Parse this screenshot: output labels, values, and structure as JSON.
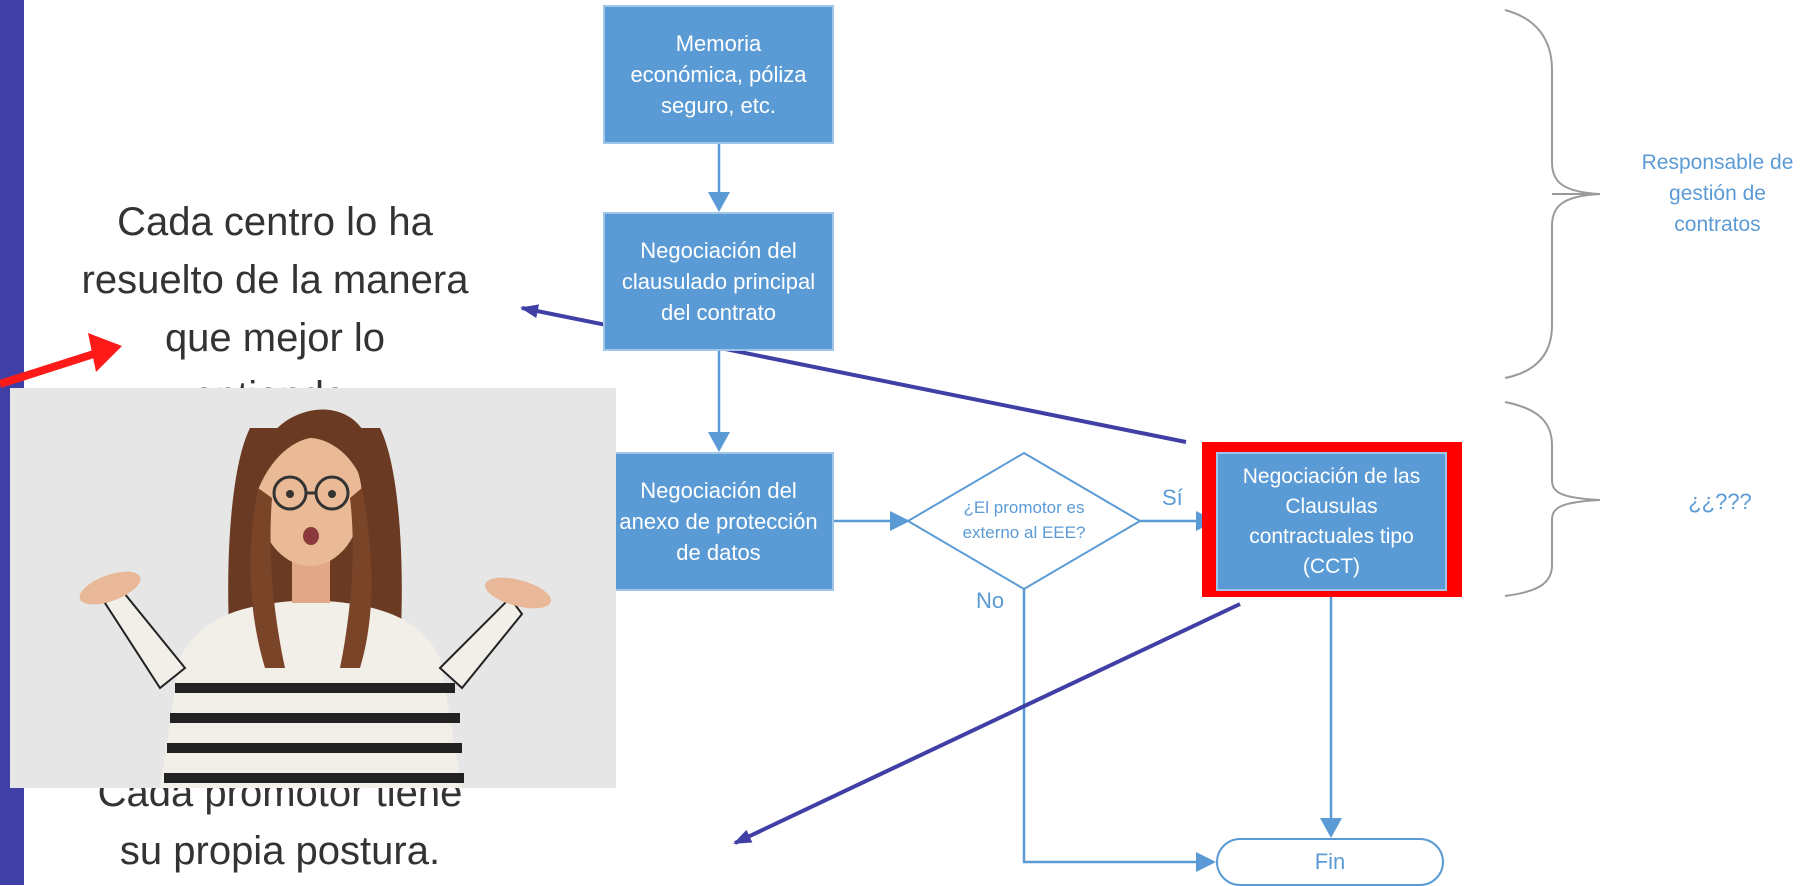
{
  "nodes": {
    "memoria": "Memoria\neconómica, póliza\nseguro, etc.",
    "clausulado": "Negociación del\nclausulado principal\ndel contrato",
    "anexo": "Negociación del\nanexo de protección\nde datos",
    "decision": "¿El promotor es\nexterno al EEE?",
    "cct": "Negociación de las\nClausulas\ncontractuales tipo\n(CCT)",
    "fin": "Fin"
  },
  "edges": {
    "si_label": "Sí",
    "no_label": "No"
  },
  "side_labels": {
    "responsable": "Responsable de\ngestión de\ncontratos",
    "unknown": "¿¿???"
  },
  "callouts": {
    "top": "Cada centro lo ha\nresuelto de la manera\nque mejor lo\nentiende.",
    "bottom": "Cada promotor tiene\nsu propia postura."
  },
  "colors": {
    "box_fill": "#5b9bd5",
    "arrow_blue": "#5b9bd5",
    "pointer_arrow": "#3f3fa6",
    "highlight": "#ff0000",
    "red_arrow": "#ff1a1a",
    "left_bar": "#3f3fa6"
  },
  "photo": {
    "icon": "confused-woman-shrugging-photo"
  }
}
